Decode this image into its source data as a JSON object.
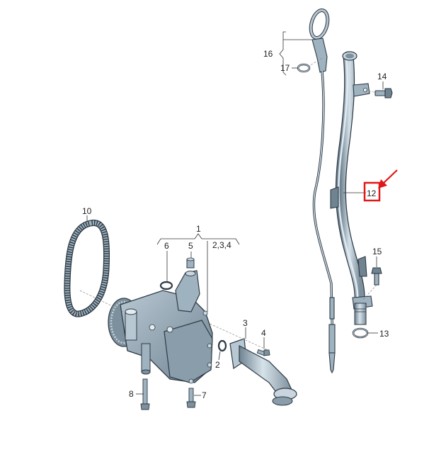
{
  "diagram": {
    "type": "exploded-parts-view",
    "subject": "oil pump, oil pickup tube, dipstick and dipstick guide tube",
    "callouts": [
      {
        "id": "1",
        "label": "1"
      },
      {
        "id": "2",
        "label": "2"
      },
      {
        "id": "3",
        "label": "3"
      },
      {
        "id": "4",
        "label": "4"
      },
      {
        "id": "5",
        "label": "5"
      },
      {
        "id": "6",
        "label": "6"
      },
      {
        "id": "7",
        "label": "7"
      },
      {
        "id": "8",
        "label": "8"
      },
      {
        "id": "10",
        "label": "10"
      },
      {
        "id": "12",
        "label": "12",
        "highlighted": true
      },
      {
        "id": "13",
        "label": "13"
      },
      {
        "id": "14",
        "label": "14"
      },
      {
        "id": "15",
        "label": "15"
      },
      {
        "id": "16",
        "label": "16"
      },
      {
        "id": "17",
        "label": "17"
      }
    ],
    "group_label": "2,3,4",
    "highlight": {
      "callout": "12",
      "color": "#e01818",
      "style": "red box with arrow"
    }
  }
}
